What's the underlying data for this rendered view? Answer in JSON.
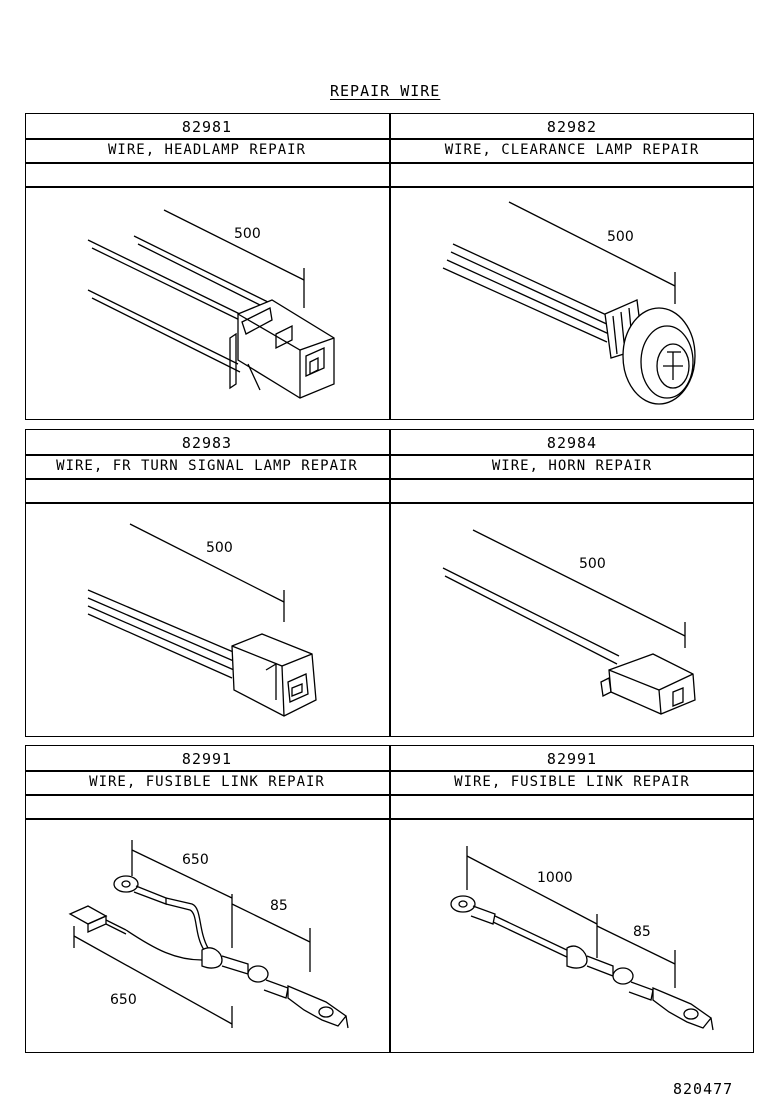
{
  "title": "REPAIR WIRE",
  "panels": [
    {
      "code": "82981",
      "name": "WIRE, HEADLAMP REPAIR",
      "dims": [
        "500"
      ]
    },
    {
      "code": "82982",
      "name": "WIRE, CLEARANCE LAMP REPAIR",
      "dims": [
        "500"
      ]
    },
    {
      "code": "82983",
      "name": "WIRE, FR TURN SIGNAL LAMP REPAIR",
      "dims": [
        "500"
      ]
    },
    {
      "code": "82984",
      "name": "WIRE, HORN REPAIR",
      "dims": [
        "500"
      ]
    },
    {
      "code": "82991",
      "name": "WIRE, FUSIBLE LINK REPAIR",
      "dims": [
        "650",
        "85",
        "650"
      ]
    },
    {
      "code": "82991",
      "name": "WIRE, FUSIBLE LINK REPAIR",
      "dims": [
        "1000",
        "85"
      ]
    }
  ],
  "footer": "820477"
}
